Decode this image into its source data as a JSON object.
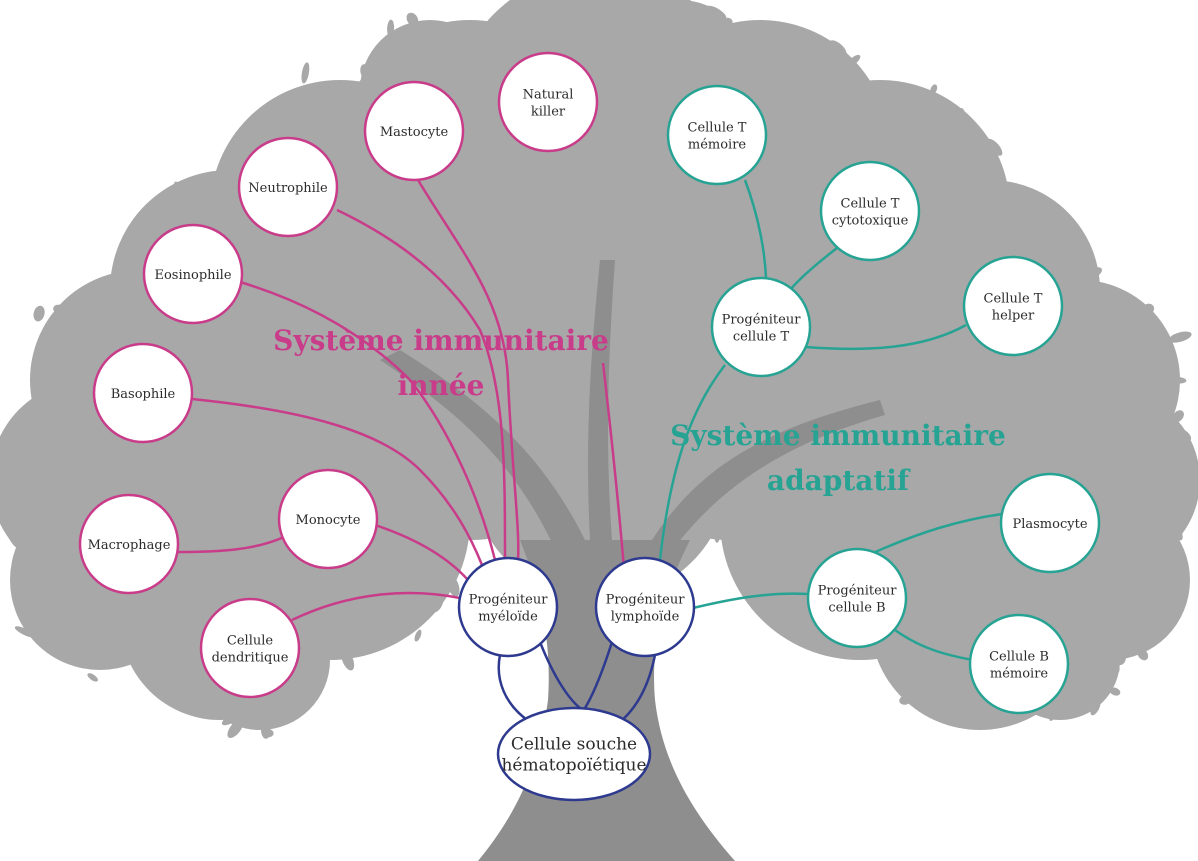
{
  "colors": {
    "innate": "#c83c8a",
    "adaptive": "#27a394",
    "progenitor": "#2e3a8f",
    "tree": "#a8a8a8",
    "tree_dark": "#8e8e8e"
  },
  "groups": {
    "innate": [
      "Système immunitaire",
      "innée"
    ],
    "adaptive": [
      "Système immunitaire",
      "adaptatif"
    ]
  },
  "cells": {
    "stem": [
      "Cellule souche",
      "hématopoïétique"
    ],
    "myeloid_progenitor": [
      "Progéniteur",
      "myéloïde"
    ],
    "lymphoid_progenitor": [
      "Progéniteur",
      "lymphoïde"
    ],
    "t_progenitor": [
      "Progéniteur",
      "cellule T"
    ],
    "b_progenitor": [
      "Progéniteur",
      "cellule B"
    ],
    "natural_killer": [
      "Natural",
      "killer"
    ],
    "mastocyte": [
      "Mastocyte"
    ],
    "neutrophile": [
      "Neutrophile"
    ],
    "eosinophile": [
      "Eosinophile"
    ],
    "basophile": [
      "Basophile"
    ],
    "monocyte": [
      "Monocyte"
    ],
    "macrophage": [
      "Macrophage"
    ],
    "dendritic": [
      "Cellule",
      "dendritique"
    ],
    "t_memory": [
      "Cellule T",
      "mémoire"
    ],
    "t_cytotoxic": [
      "Cellule T",
      "cytotoxique"
    ],
    "t_helper": [
      "Cellule T",
      "helper"
    ],
    "plasmocyte": [
      "Plasmocyte"
    ],
    "b_memory": [
      "Cellule B",
      "mémoire"
    ]
  }
}
